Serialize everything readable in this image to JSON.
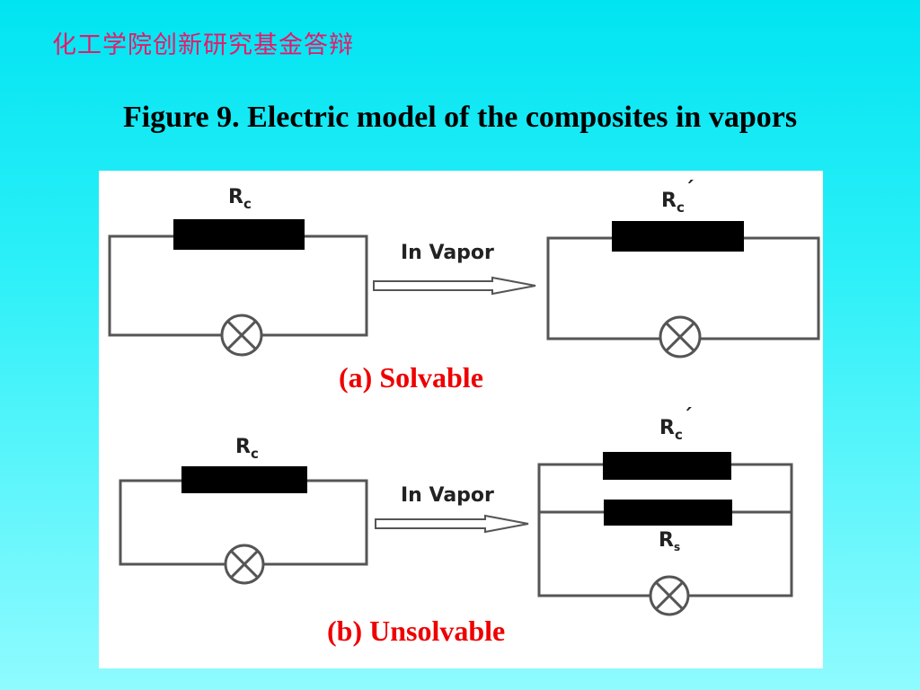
{
  "header": {
    "text": "化工学院创新研究基金答辩"
  },
  "title": "Figure 9. Electric model of the composites in vapors",
  "diagram": {
    "arrow_label": "In Vapor",
    "rc_main": "R",
    "rc_sub": "c",
    "rc_prime": "´",
    "rs_main": "R",
    "rs_sub": "s",
    "caption_a": "(a) Solvable",
    "caption_b": "(b) Unsolvable"
  },
  "colors": {
    "header": "#e8186a",
    "caption": "#ee0000",
    "wire": "#555555",
    "resistor": "#000000"
  }
}
